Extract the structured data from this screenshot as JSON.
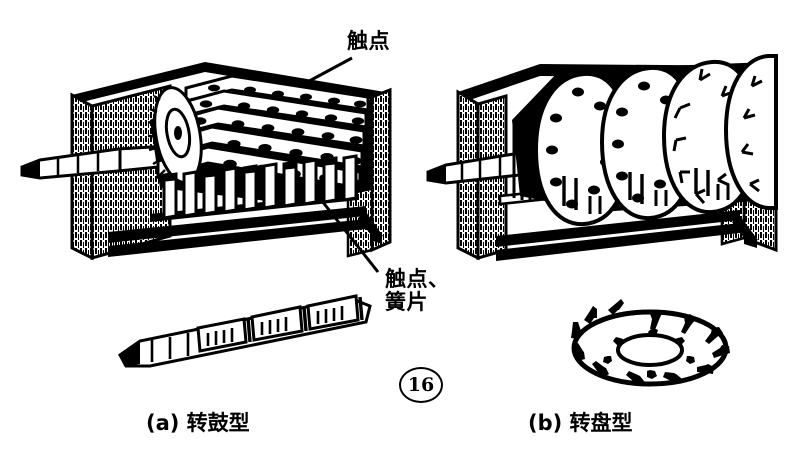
{
  "figure": {
    "number": "16",
    "background_color": "#ffffff",
    "ink_color": "#000000"
  },
  "labels": {
    "contact": "触点",
    "contact_spring_line1": "触点、",
    "contact_spring_line2": "簧片"
  },
  "captions": {
    "left": "(a) 转鼓型",
    "right": "(b) 转盘型"
  },
  "parts": {
    "left_assembly": "rotating-drum-switch-assembly",
    "right_assembly": "rotating-disc-switch-assembly",
    "drum_detail": "drum-shaft-contact-segment-detail",
    "disc_detail": "annular-contact-disc-detail"
  }
}
